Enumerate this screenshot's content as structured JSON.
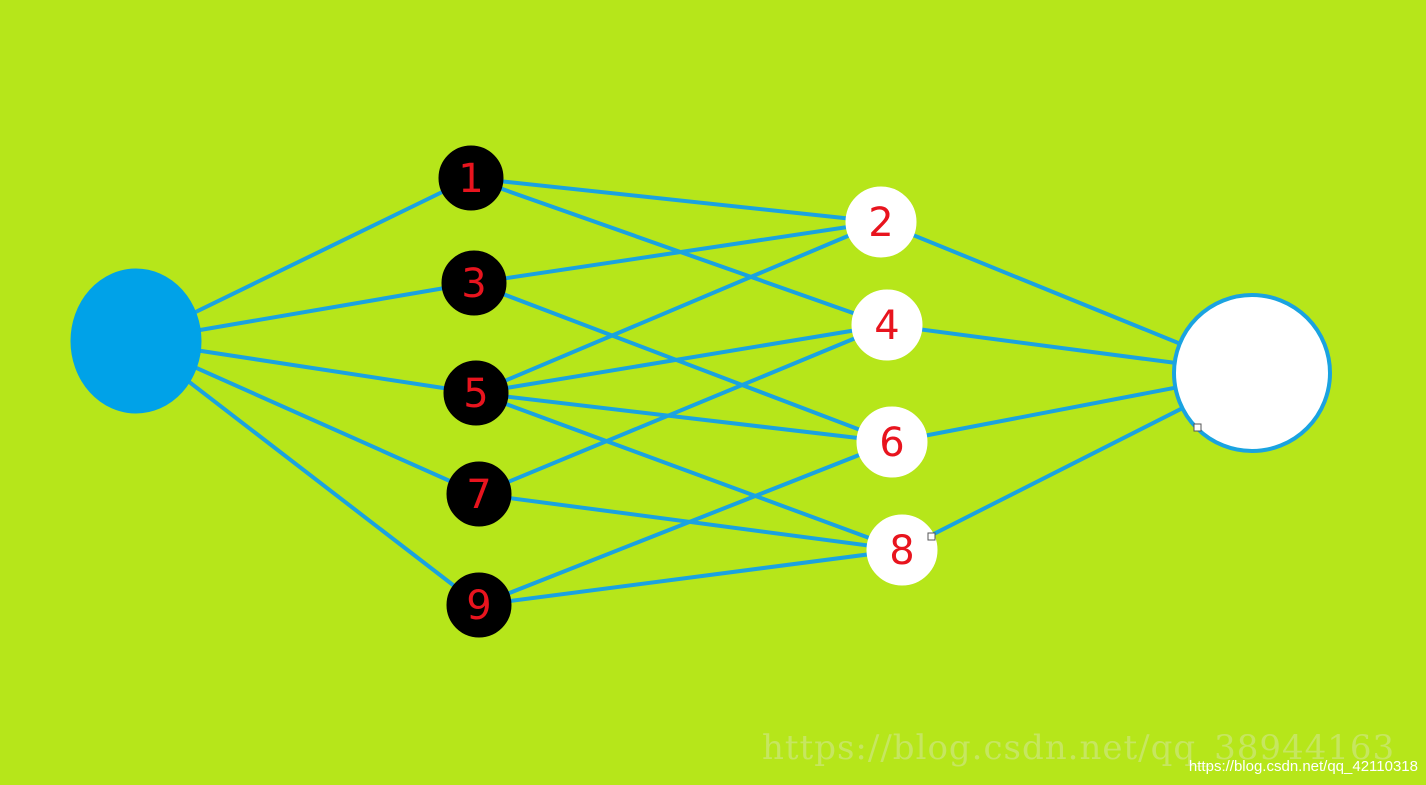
{
  "diagram": {
    "nodes": [
      {
        "id": "input",
        "label": "",
        "fill": "#00a2e8",
        "stroke": "#00a2e8"
      },
      {
        "id": "n1",
        "label": "1",
        "fill": "#000000",
        "stroke": "#000000"
      },
      {
        "id": "n3",
        "label": "3",
        "fill": "#000000",
        "stroke": "#000000"
      },
      {
        "id": "n5",
        "label": "5",
        "fill": "#000000",
        "stroke": "#000000"
      },
      {
        "id": "n7",
        "label": "7",
        "fill": "#000000",
        "stroke": "#000000"
      },
      {
        "id": "n9",
        "label": "9",
        "fill": "#000000",
        "stroke": "#000000"
      },
      {
        "id": "n2",
        "label": "2",
        "fill": "#ffffff",
        "stroke": "#ffffff"
      },
      {
        "id": "n4",
        "label": "4",
        "fill": "#ffffff",
        "stroke": "#ffffff"
      },
      {
        "id": "n6",
        "label": "6",
        "fill": "#ffffff",
        "stroke": "#ffffff"
      },
      {
        "id": "n8",
        "label": "8",
        "fill": "#ffffff",
        "stroke": "#ffffff"
      },
      {
        "id": "output",
        "label": "",
        "fill": "#ffffff",
        "stroke": "#1aa3e0"
      }
    ],
    "edges": [
      [
        "input",
        "n1"
      ],
      [
        "input",
        "n3"
      ],
      [
        "input",
        "n5"
      ],
      [
        "input",
        "n7"
      ],
      [
        "input",
        "n9"
      ],
      [
        "n1",
        "n2"
      ],
      [
        "n1",
        "n4"
      ],
      [
        "n3",
        "n2"
      ],
      [
        "n3",
        "n6"
      ],
      [
        "n5",
        "n2"
      ],
      [
        "n5",
        "n4"
      ],
      [
        "n5",
        "n6"
      ],
      [
        "n5",
        "n8"
      ],
      [
        "n7",
        "n4"
      ],
      [
        "n7",
        "n8"
      ],
      [
        "n9",
        "n6"
      ],
      [
        "n9",
        "n8"
      ],
      [
        "n2",
        "output"
      ],
      [
        "n4",
        "output"
      ],
      [
        "n6",
        "output"
      ],
      [
        "n8",
        "output"
      ]
    ],
    "colors": {
      "background": "#b6e61a",
      "edge": "#1aa3e0",
      "label": "#e8141e"
    }
  },
  "watermark": {
    "faint_text": "https://blog.csdn.net/qq_38944163",
    "text": "https://blog.csdn.net/qq_42110318"
  }
}
